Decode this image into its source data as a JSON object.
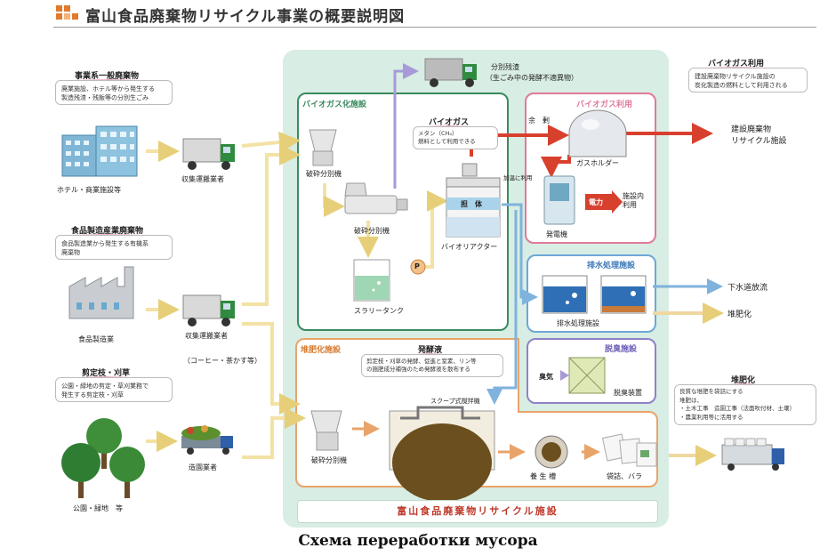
{
  "header": {
    "title": "富山食品廃棄物リサイクル事業の概要説明図"
  },
  "sources": {
    "business": {
      "category": "事業系一般廃棄物",
      "note_lines": [
        "廃業施設、ホテル等から発生する",
        "製造残渣・残飯等の分別生ごみ"
      ],
      "label": "ホテル・商業施設等",
      "truck_label": "収集運搬業者"
    },
    "manufacturing": {
      "category": "食品製造産業廃棄物",
      "note_lines": [
        "食品製造業から発生する有機系",
        "廃棄物"
      ],
      "label": "食品製造業",
      "truck_label": "収集運搬業者",
      "extra_label": "（コーヒー・茶かす等）"
    },
    "pruning": {
      "category": "剪定枝・刈草",
      "note_lines": [
        "公園・緑地の剪定・草刈業務で",
        "発生する剪定枝・刈草"
      ],
      "label": "公園・緑地　等",
      "truck_label": "造園業者"
    }
  },
  "top": {
    "residue_label": "分別残渣",
    "residue_sub": "（生ごみ中の発酵不適異物）"
  },
  "biogas_facility": {
    "title": "バイオガス化施設",
    "biogas_title": "バイオガス",
    "biogas_note_lines": [
      "メタン（CH₄）",
      "燃料として利用できる"
    ],
    "crusher1": "破砕分別機",
    "crusher2": "破砕分別機",
    "slurry_tank": "スラリータンク",
    "pump": "P",
    "reactor_top": "加温に利用",
    "reactor_body": "担　体",
    "reactor_label": "バイオリアクター"
  },
  "biogas_use": {
    "title": "バイオガス利用",
    "surplus": "余　剰",
    "gas_holder": "ガスホルダー",
    "generator": "発電機",
    "power": "電力",
    "onsite_use": "施設内 利用"
  },
  "right_top": {
    "category": "バイオガス利用",
    "note_lines": [
      "建設廃棄物リサイクル施設の",
      "炭化製造の燃料として利用される"
    ],
    "dest_line1": "建設廃棄物",
    "dest_line2": "リサイクル施設"
  },
  "wastewater": {
    "title": "排水処理施設",
    "label": "排水処理施設",
    "out1": "下水道放流",
    "out2": "堆肥化"
  },
  "deodor": {
    "title": "脱臭施設",
    "odor": "臭気",
    "device": "脱臭装置"
  },
  "compost": {
    "title": "堆肥化施設",
    "ferment_title": "発酵液",
    "ferment_note_lines": [
      "剪定枝・刈草の発酵、促進と窒素、リン等",
      "の施肥成分補強のため発酵液を散布する"
    ],
    "agitator": "スクープ式撹拌機",
    "crusher": "破砕分別機",
    "curing": "養 生 槽",
    "bags": "袋詰、バラ"
  },
  "right_bottom": {
    "category": "堆肥化",
    "note_lines": [
      "良質な堆肥を袋詰にする",
      "堆肥は、",
      "・土木工事　造園工事（法面吹付材、土壌）",
      "・農業利用等に活用する"
    ]
  },
  "footer": {
    "label": "富山食品廃棄物リサイクル施設"
  },
  "caption": "Схема переработки мусора",
  "colors": {
    "panel_green": "#d8ede3",
    "biogas_border": "#3a8a5e",
    "biogas_use_border": "#e07a9a",
    "wastewater_border": "#6ea7d8",
    "deodor_border": "#8f82c7",
    "compost_border": "#e9a46a",
    "arrow_yellow": "#f3e2a5",
    "arrow_red": "#d8402e",
    "arrow_blue": "#7fb3dd"
  }
}
